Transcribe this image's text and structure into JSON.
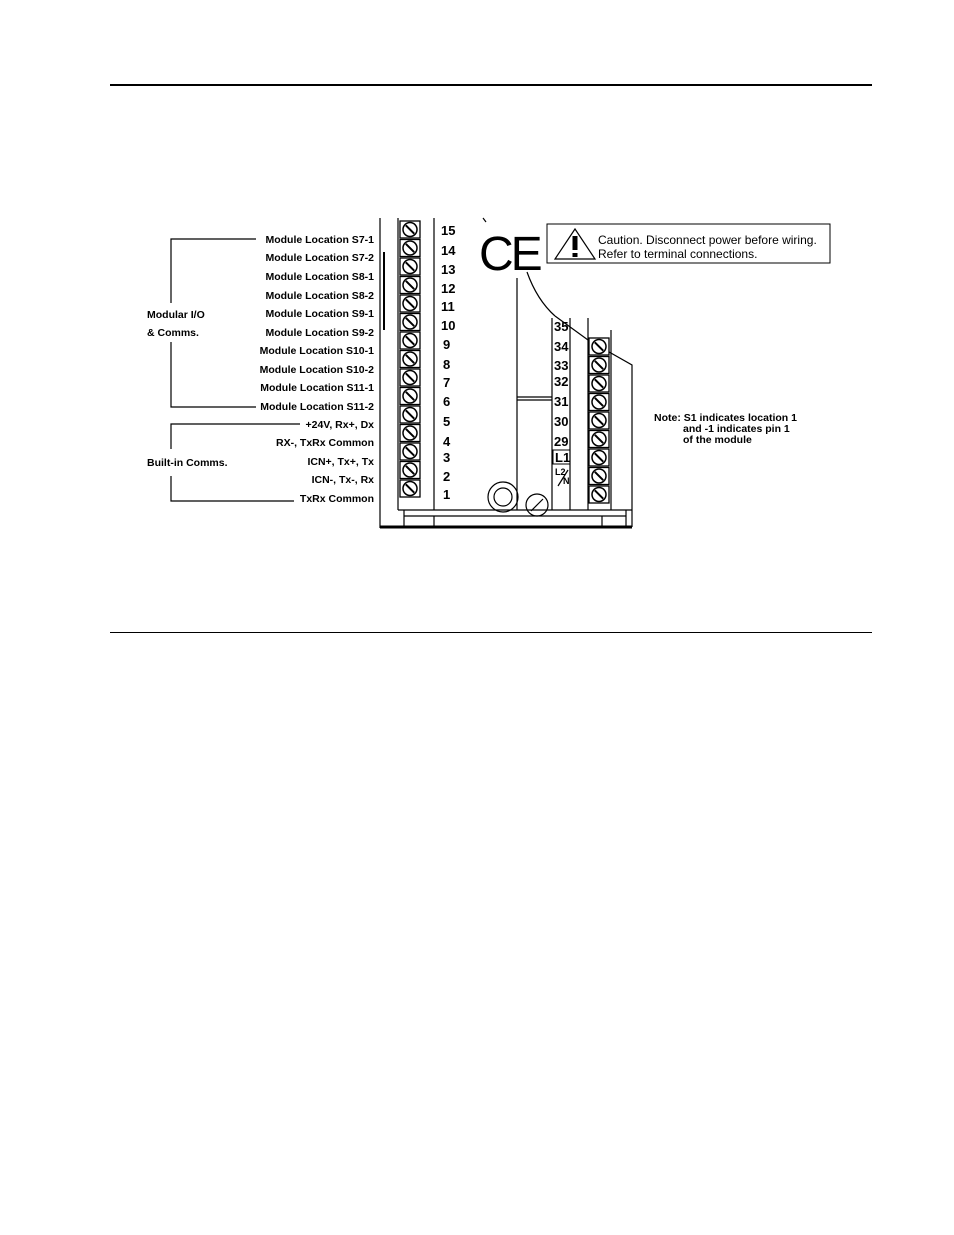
{
  "module_labels": [
    "Module Location S7-1",
    "Module Location S7-2",
    "Module Location S8-1",
    "Module Location S8-2",
    "Module Location S9-1",
    "Module Location S9-2",
    "Module Location S10-1",
    "Module Location S10-2",
    "Module Location S11-1",
    "Module Location S11-2"
  ],
  "comms_labels": [
    "+24V, Rx+, Dx",
    "RX-, TxRx Common",
    "ICN+, Tx+, Tx",
    "ICN-, Tx-, Rx",
    "TxRx Common"
  ],
  "group_modular_line1": "Modular I/O",
  "group_modular_line2": "& Comms.",
  "group_builtin": "Built-in Comms.",
  "left_terminals": [
    "15",
    "14",
    "13",
    "12",
    "11",
    "10",
    "9",
    "8",
    "7",
    "6",
    "5",
    "4",
    "3",
    "2",
    "1"
  ],
  "right_terminals": [
    "35",
    "34",
    "33",
    "32",
    "31",
    "30",
    "29",
    "L1",
    "L2",
    "N"
  ],
  "ce_mark": "CE",
  "caution_line1": "Caution. Disconnect power before wiring.",
  "caution_line2": "Refer to terminal connections.",
  "note_line1": "Note: S1 indicates location 1",
  "note_line2": "and -1 indicates pin 1",
  "note_line3": "of the module"
}
